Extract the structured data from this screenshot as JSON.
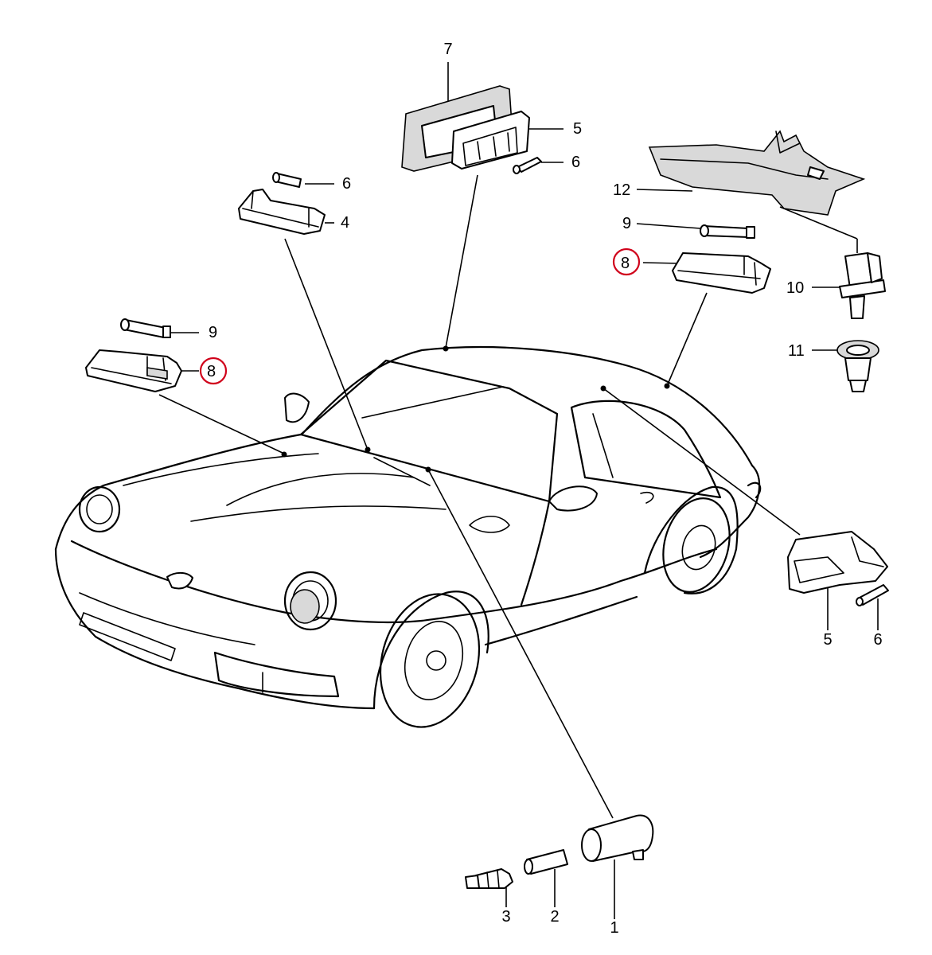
{
  "diagram": {
    "callouts": [
      {
        "id": "c7",
        "text": "7"
      },
      {
        "id": "c5t",
        "text": "5"
      },
      {
        "id": "c6t",
        "text": "6"
      },
      {
        "id": "c6l",
        "text": "6"
      },
      {
        "id": "c4",
        "text": "4"
      },
      {
        "id": "c12",
        "text": "12"
      },
      {
        "id": "c9r",
        "text": "9"
      },
      {
        "id": "c8r",
        "text": "8"
      },
      {
        "id": "c10",
        "text": "10"
      },
      {
        "id": "c11",
        "text": "11"
      },
      {
        "id": "c9l",
        "text": "9"
      },
      {
        "id": "c8l",
        "text": "8"
      },
      {
        "id": "c5b",
        "text": "5"
      },
      {
        "id": "c6b",
        "text": "6"
      },
      {
        "id": "c3",
        "text": "3"
      },
      {
        "id": "c2",
        "text": "2"
      },
      {
        "id": "c1",
        "text": "1"
      }
    ],
    "highlight_color": "#d0021b"
  }
}
